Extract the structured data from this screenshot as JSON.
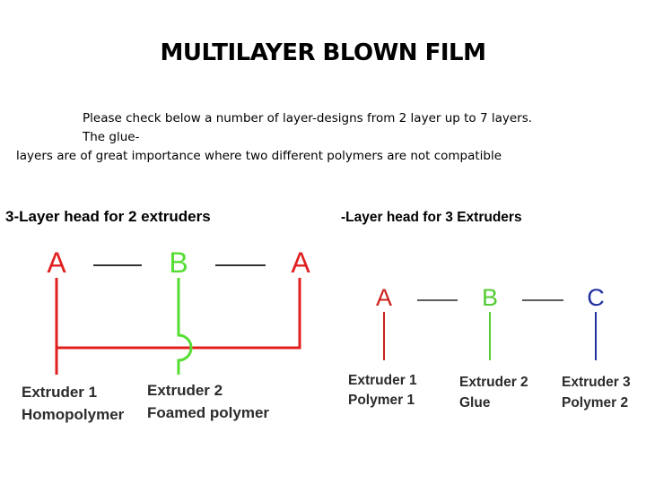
{
  "title": "MULTILAYER BLOWN FILM",
  "intro": {
    "line1": "Please check below a number of layer-designs from 2 layer up to 7 layers. The glue-",
    "line2": "layers are of great importance where two different polymers are not compatible"
  },
  "left_diagram": {
    "heading": "3-Layer head for  2 extruders",
    "labels": {
      "a1": "A",
      "b": "B",
      "a2": "A"
    },
    "extruder1": {
      "line1": "Extruder 1",
      "line2": "Homopolymer"
    },
    "extruder2": {
      "line1": "Extruder 2",
      "line2": "Foamed polymer"
    },
    "colors": {
      "a": "#e02020",
      "b": "#55dd33"
    }
  },
  "right_diagram": {
    "heading": "-Layer head for 3 Extruders",
    "labels": {
      "a": "A",
      "b": "B",
      "c": "C"
    },
    "extruder1": {
      "line1": "Extruder 1",
      "line2": "Polymer 1"
    },
    "extruder2": {
      "line1": "Extruder 2",
      "line2": "Glue"
    },
    "extruder3": {
      "line1": "Extruder 3",
      "line2": "Polymer 2"
    },
    "colors": {
      "a": "#cc2020",
      "b": "#55cc33",
      "c": "#2030a0"
    }
  }
}
